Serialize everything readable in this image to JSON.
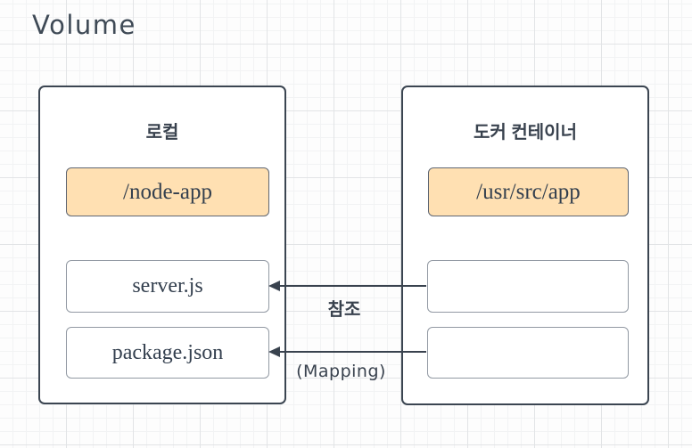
{
  "page_title": "Volume",
  "colors": {
    "volume_fill": "#ffe0b2",
    "stroke_dark": "#39424e",
    "inner_box_stroke": "#9299a3",
    "text": "#39424e"
  },
  "local_panel": {
    "title": "로컬",
    "volume_path": "/node-app",
    "files": [
      "server.js",
      "package.json"
    ]
  },
  "container_panel": {
    "title": "도커 컨테이너",
    "volume_path": "/usr/src/app",
    "files": [
      "",
      ""
    ]
  },
  "arrows": [
    {
      "label": "참조",
      "direction": "right-to-left"
    },
    {
      "label": "(Mapping)",
      "direction": "right-to-left"
    }
  ]
}
